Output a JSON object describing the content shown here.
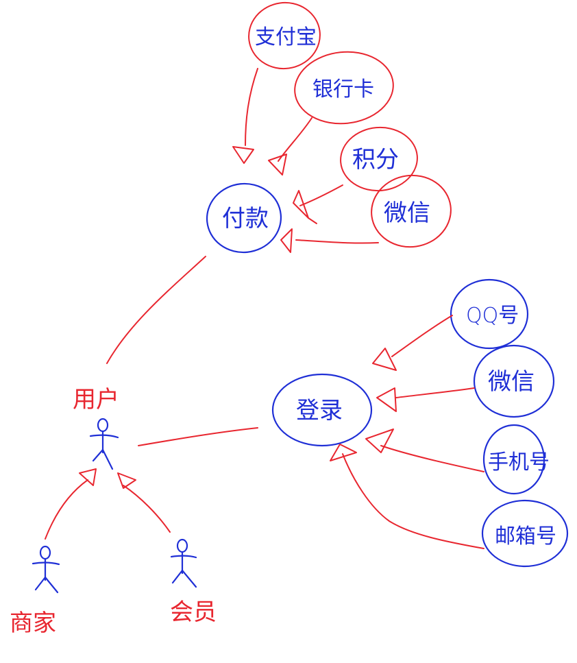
{
  "colors": {
    "red": "#e8262f",
    "blue": "#1f2fd6",
    "background": "#ffffff"
  },
  "actors": {
    "user": {
      "label": "用户"
    },
    "buyer": {
      "label": "商家"
    },
    "member": {
      "label": "会员"
    }
  },
  "use_cases": {
    "payment": {
      "label": "付款"
    },
    "login": {
      "label": "登录"
    },
    "pay_alipay": {
      "label": "支付宝"
    },
    "pay_bank": {
      "label": "银行卡"
    },
    "pay_points": {
      "label": "积分"
    },
    "pay_wechat": {
      "label": "微信"
    },
    "login_qq": {
      "label": "QQ号"
    },
    "login_wechat": {
      "label": "微信"
    },
    "login_phone": {
      "label": "手机号"
    },
    "login_email": {
      "label": "邮箱号"
    }
  }
}
